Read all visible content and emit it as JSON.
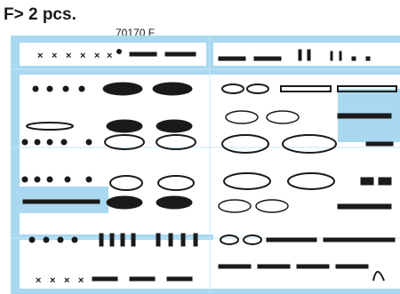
{
  "header": {
    "label": "F> 2 pcs.",
    "part_number": "70170 F"
  },
  "sprue": {
    "base_color": "#a9d8f0",
    "panel_color": "#ffffff",
    "part_color": "#1a1a1a",
    "image_description_icon": "decal-sprue-sheet"
  }
}
